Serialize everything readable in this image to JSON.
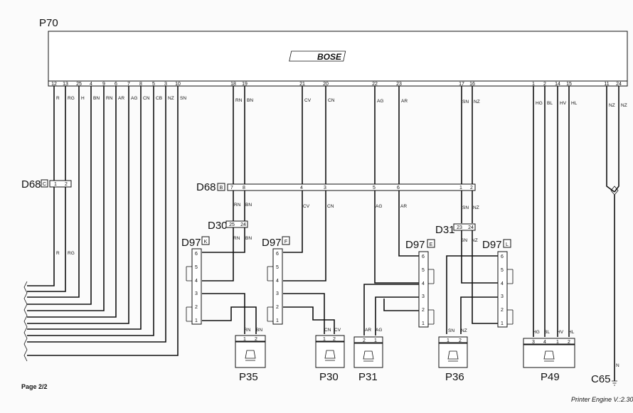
{
  "title": "P70",
  "amplifier": {
    "id": "P70",
    "logo": "BOSE",
    "pins": [
      {
        "pin": "12",
        "wire": "R"
      },
      {
        "pin": "13",
        "wire": "RG"
      },
      {
        "pin": "25",
        "wire": "H"
      },
      {
        "pin": "4",
        "wire": "BN"
      },
      {
        "pin": "9",
        "wire": "RN"
      },
      {
        "pin": "6",
        "wire": "AR"
      },
      {
        "pin": "7",
        "wire": "AG"
      },
      {
        "pin": "8",
        "wire": "CN"
      },
      {
        "pin": "5",
        "wire": "CB"
      },
      {
        "pin": "3",
        "wire": "NZ"
      },
      {
        "pin": "10",
        "wire": "SN"
      },
      {
        "pin": "18",
        "wire": "RN"
      },
      {
        "pin": "19",
        "wire": "BN"
      },
      {
        "pin": "21",
        "wire": "CV"
      },
      {
        "pin": "20",
        "wire": "CN"
      },
      {
        "pin": "22",
        "wire": "AG"
      },
      {
        "pin": "23",
        "wire": "AR"
      },
      {
        "pin": "17",
        "wire": "SN"
      },
      {
        "pin": "16",
        "wire": "NZ"
      },
      {
        "pin": "1",
        "wire": "HG"
      },
      {
        "pin": "2",
        "wire": "BL"
      },
      {
        "pin": "14",
        "wire": "HV"
      },
      {
        "pin": "15",
        "wire": "HL"
      },
      {
        "pin": "11",
        "wire": "NZ"
      },
      {
        "pin": "24",
        "wire": "NZ"
      }
    ]
  },
  "connectors": {
    "d68_c": {
      "name": "D68",
      "code": "C",
      "pins": [
        "1",
        "2"
      ]
    },
    "d68_b": {
      "name": "D68",
      "code": "B",
      "pins": [
        "7",
        "8",
        "4",
        "3",
        "5",
        "6",
        "1",
        "2"
      ]
    },
    "d30": {
      "name": "D30",
      "pins": [
        "25",
        "24"
      ]
    },
    "d31": {
      "name": "D31",
      "pins": [
        "23",
        "24"
      ]
    },
    "d97_k": {
      "name": "D97",
      "code": "K"
    },
    "d97_f": {
      "name": "D97",
      "code": "F"
    },
    "d97_e": {
      "name": "D97",
      "code": "E"
    },
    "d97_l": {
      "name": "D97",
      "code": "L"
    },
    "d97_pins": [
      "6",
      "5",
      "4",
      "3",
      "2",
      "1"
    ]
  },
  "mid_wire_labels": {
    "d68_left": [
      "R",
      "RG"
    ],
    "p35_upper": [
      "RN",
      "BN"
    ],
    "p35_lower": [
      "RN",
      "BN"
    ],
    "p30_upper": [
      "CV",
      "CN"
    ],
    "p31_upper": [
      "AG",
      "AR"
    ],
    "p36_upper": [
      "SN",
      "NZ"
    ],
    "p36_lower": [
      "SN",
      "NZ"
    ]
  },
  "speakers": [
    {
      "id": "P35",
      "pins": [
        "1",
        "2"
      ],
      "wires": [
        "RN",
        "BN"
      ]
    },
    {
      "id": "P30",
      "pins": [
        "1",
        "2"
      ],
      "wires": [
        "CN",
        "CV"
      ]
    },
    {
      "id": "P31",
      "pins": [
        "2",
        "1"
      ],
      "wires": [
        "AR",
        "AG"
      ]
    },
    {
      "id": "P36",
      "pins": [
        "1",
        "2"
      ],
      "wires": [
        "SN",
        "NZ"
      ]
    },
    {
      "id": "P49",
      "pins": [
        "3",
        "4",
        "1",
        "2"
      ],
      "wires": [
        "HG",
        "BL",
        "HV",
        "HL"
      ]
    }
  ],
  "ground": {
    "id": "C65",
    "wire": "N"
  },
  "footer": {
    "page": "Page 2/2",
    "engine": "Printer Engine V.:2.30"
  }
}
